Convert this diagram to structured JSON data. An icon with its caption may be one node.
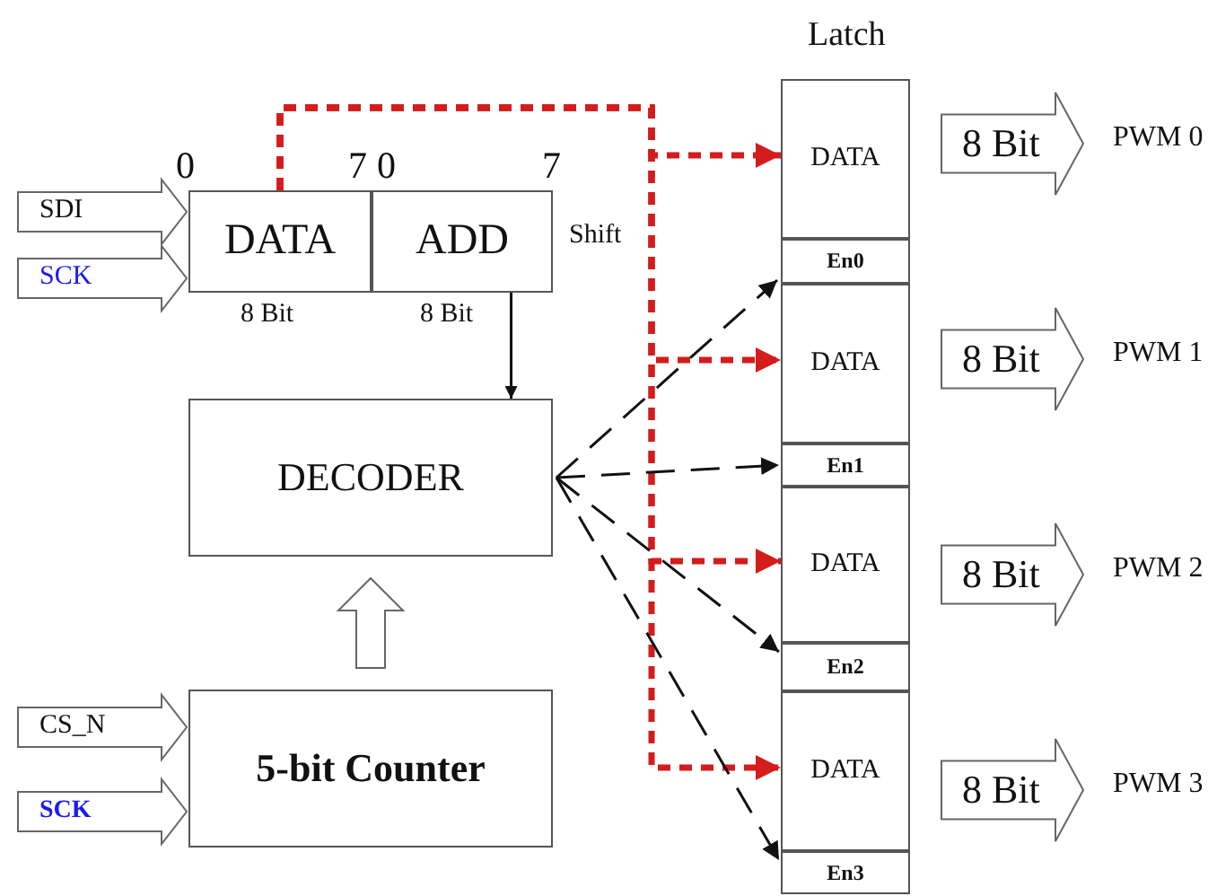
{
  "diagram": {
    "nodes": [
      {
        "text": [],
        "shape": "box",
        "beside": [
          "Shift"
        ]
      },
      {
        "text": [
          "DATA"
        ],
        "in": 0,
        "beside": [
          "8 Bit"
        ]
      },
      {
        "text": [
          "ADD"
        ],
        "in": 0,
        "beside": [
          "8 Bit"
        ]
      },
      {
        "text": [
          "DECODER"
        ]
      },
      {
        "text": [
          "5-bit Counter"
        ]
      },
      {
        "text": [
          "Latch"
        ]
      },
      {
        "text": [
          "DATA"
        ],
        "in": 5
      },
      {
        "text": [
          "En0"
        ],
        "in": 5
      },
      {
        "text": [
          "DATA"
        ],
        "in": 5
      },
      {
        "text": [
          "En1"
        ],
        "in": 5
      },
      {
        "text": [
          "DATA"
        ],
        "in": 5
      },
      {
        "text": [
          "En2"
        ],
        "in": 5
      },
      {
        "text": [
          "DATA"
        ],
        "in": 5
      },
      {
        "text": [
          "En3"
        ],
        "in": 5
      },
      {
        "text": [
          "8 Bit"
        ],
        "beside": [
          "PWM 0"
        ]
      },
      {
        "text": [
          "8 Bit"
        ],
        "beside": [
          "PWM 1"
        ]
      },
      {
        "text": [
          "8 Bit"
        ],
        "beside": [
          "PWM 2"
        ]
      },
      {
        "text": [
          "8 Bit"
        ],
        "beside": [
          "PWM 3"
        ]
      }
    ],
    "edges": [
      {
        "from": null,
        "to": 0,
        "arrow": "to",
        "label": "SDI",
        "style": "thick"
      },
      {
        "from": null,
        "to": 0,
        "arrow": "to",
        "label": "SCK",
        "style": "thick"
      },
      {
        "from": 2,
        "to": 3,
        "arrow": "to"
      },
      {
        "from": 4,
        "to": 3,
        "arrow": "to",
        "style": "thick"
      },
      {
        "from": null,
        "to": 4,
        "arrow": "to",
        "label": "CS_N",
        "style": "thick"
      },
      {
        "from": null,
        "to": 4,
        "arrow": "to",
        "label": "SCK",
        "style": "thick"
      },
      {
        "from": 1,
        "to": 6,
        "arrow": "to",
        "style": "dashed",
        "color": "#d41c1c"
      },
      {
        "from": 1,
        "to": 8,
        "arrow": "to",
        "style": "dashed",
        "color": "#d41c1c"
      },
      {
        "from": 1,
        "to": 10,
        "arrow": "to",
        "style": "dashed",
        "color": "#d41c1c"
      },
      {
        "from": 1,
        "to": 12,
        "arrow": "to",
        "style": "dashed",
        "color": "#d41c1c"
      },
      {
        "from": 3,
        "to": 7,
        "arrow": "to",
        "style": "dashed"
      },
      {
        "from": 3,
        "to": 9,
        "arrow": "to",
        "style": "dashed"
      },
      {
        "from": 3,
        "to": 11,
        "arrow": "to",
        "style": "dashed"
      },
      {
        "from": 3,
        "to": 13,
        "arrow": "to",
        "style": "dashed"
      }
    ],
    "labels": [
      "0",
      "7",
      "0",
      "7"
    ]
  }
}
